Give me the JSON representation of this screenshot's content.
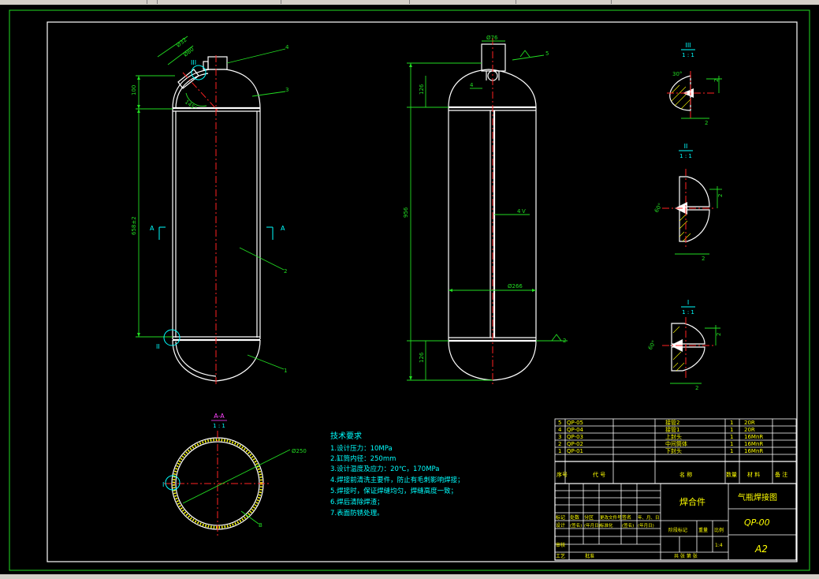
{
  "colors": {
    "background": "#000000",
    "frame": "#22dd22",
    "outline": "#ffffff",
    "centerline": "#ff2222",
    "text": "#00ffff",
    "table_text": "#ffff00"
  },
  "main_view": {
    "dims": {
      "d_small": "Ø32",
      "d_boss": "Ø80",
      "h_top": "100",
      "h_body": "658±2",
      "angle": "145°"
    },
    "balloons": [
      "4",
      "3",
      "2",
      "1"
    ],
    "detail_marks": [
      "III",
      "II",
      "I"
    ],
    "section_label": "A"
  },
  "side_view": {
    "dims": {
      "d_top": "Ø76",
      "h_total": "956",
      "h_top": "126",
      "h_bottom": "126",
      "d_inner": "Ø266"
    },
    "balloon": "5",
    "weld_symbols": [
      "4",
      "4",
      "V",
      "2"
    ]
  },
  "details": [
    {
      "name": "III",
      "scale": "1 : 1",
      "angle": "30°",
      "dims": [
        "2",
        "2"
      ]
    },
    {
      "name": "II",
      "scale": "1 : 1",
      "angle": "60°",
      "dims": [
        "2",
        "2"
      ]
    },
    {
      "name": "I",
      "scale": "1 : 1",
      "angle": "60°",
      "dims": [
        "2",
        "2"
      ]
    }
  ],
  "section_view": {
    "title": "A-A",
    "scale": "1 : 1",
    "dim": "Ø250",
    "mark": "I",
    "hatch_label": "B"
  },
  "tech_requirements": {
    "title": "技术要求",
    "items": [
      "1.设计压力：10MPa",
      "2.缸筒内径：250mm",
      "3.设计温度及应力：20℃，170MPa",
      "4.焊接前清洗主要件，防止有毛刺影响焊接；",
      "5.焊接时，保证焊缝均匀，焊缝高度一致；",
      "6.焊后清除焊渣；",
      "7.表面防锈处理。"
    ]
  },
  "bom": {
    "rows": [
      {
        "no": "5",
        "code": "QP-05",
        "name": "接管2",
        "qty": "1",
        "material": "20R"
      },
      {
        "no": "4",
        "code": "QP-04",
        "name": "接管1",
        "qty": "1",
        "material": "20R"
      },
      {
        "no": "3",
        "code": "QP-03",
        "name": "上封头",
        "qty": "1",
        "material": "16MnR"
      },
      {
        "no": "2",
        "code": "QP-02",
        "name": "中间筒体",
        "qty": "1",
        "material": "16MnR"
      },
      {
        "no": "1",
        "code": "QP-01",
        "name": "下封头",
        "qty": "1",
        "material": "16MnR"
      }
    ],
    "header": {
      "no": "序号",
      "code": "代  号",
      "name": "名  称",
      "qty": "数量",
      "material": "材  料",
      "note": "备  注"
    }
  },
  "title_block": {
    "part_name": "焊合件",
    "drawing_title": "气瓶焊接图",
    "drawing_no": "QP-00",
    "size": "A2",
    "scale_value": "1:4",
    "row1": [
      "标记",
      "处数",
      "分区",
      "更改文件号",
      "签名",
      "年、月、日"
    ],
    "row2": [
      "设计",
      "(签名)",
      "(年月日)",
      "标准化",
      "(签名)",
      "(年月日)"
    ],
    "stage": "阶段标记",
    "weight": "重量",
    "ratio": "比例",
    "check": "审核",
    "process": "工艺",
    "approve": "批准",
    "sheets": "共  张 第  张"
  }
}
